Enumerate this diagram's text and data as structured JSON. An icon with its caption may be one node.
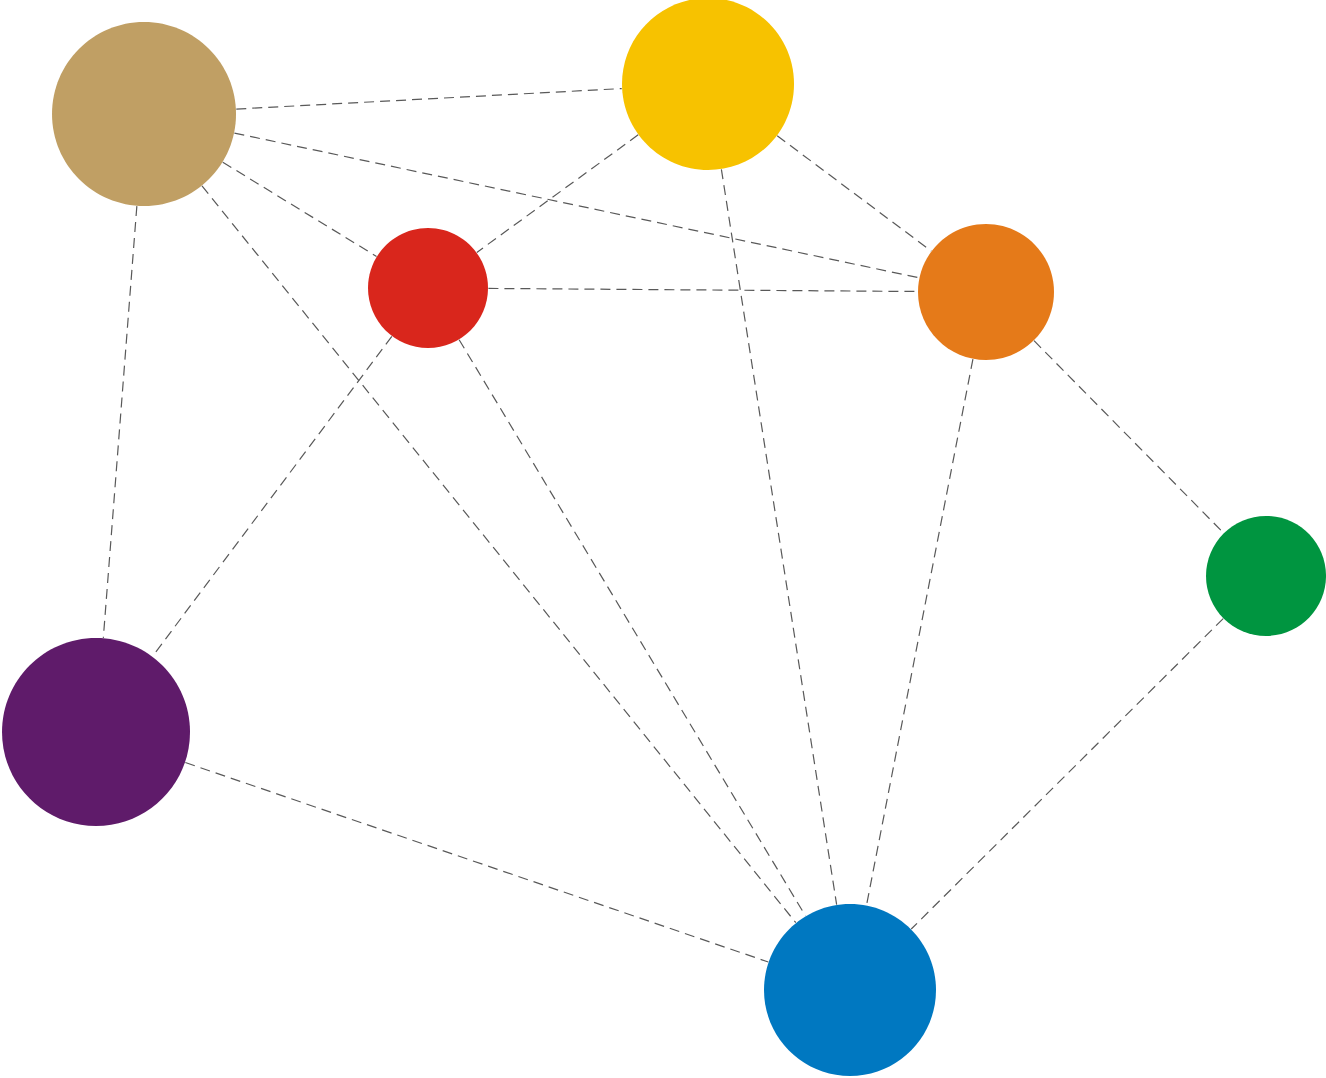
{
  "diagram": {
    "nodes": [
      {
        "text": [],
        "shape": "circle"
      },
      {
        "text": [],
        "shape": "circle"
      },
      {
        "text": [],
        "shape": "circle"
      },
      {
        "text": [],
        "shape": "circle"
      },
      {
        "text": [],
        "shape": "circle"
      },
      {
        "text": [],
        "shape": "circle"
      },
      {
        "text": [],
        "shape": "circle"
      }
    ],
    "edges": [
      {
        "from": 1,
        "to": 3,
        "arrow": "none",
        "style": "dashed"
      },
      {
        "from": 1,
        "to": 2,
        "arrow": "none",
        "style": "dashed"
      },
      {
        "from": 1,
        "to": 5,
        "arrow": "none",
        "style": "dashed"
      },
      {
        "from": 1,
        "to": 0,
        "arrow": "none",
        "style": "dashed"
      },
      {
        "from": 1,
        "to": 4,
        "arrow": "none",
        "style": "dashed"
      },
      {
        "from": 3,
        "to": 2,
        "arrow": "none",
        "style": "dashed"
      },
      {
        "from": 3,
        "to": 5,
        "arrow": "none",
        "style": "dashed"
      },
      {
        "from": 3,
        "to": 4,
        "arrow": "none",
        "style": "dashed"
      },
      {
        "from": 2,
        "to": 5,
        "arrow": "none",
        "style": "dashed"
      },
      {
        "from": 2,
        "to": 0,
        "arrow": "none",
        "style": "dashed"
      },
      {
        "from": 2,
        "to": 4,
        "arrow": "none",
        "style": "dashed"
      },
      {
        "from": 5,
        "to": 6,
        "arrow": "none",
        "style": "dashed"
      },
      {
        "from": 5,
        "to": 4,
        "arrow": "none",
        "style": "dashed"
      },
      {
        "from": 6,
        "to": 4,
        "arrow": "none",
        "style": "dashed"
      },
      {
        "from": 0,
        "to": 4,
        "arrow": "none",
        "style": "dashed"
      }
    ]
  }
}
